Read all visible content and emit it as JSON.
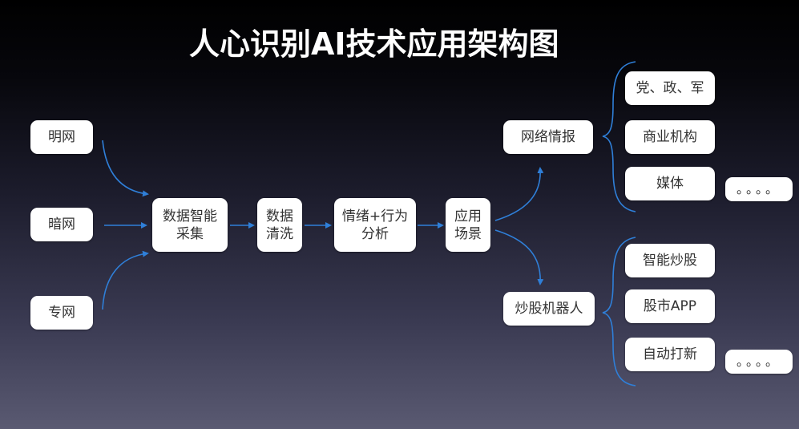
{
  "title": "人心识别AI技术应用架构图",
  "sources": [
    "明网",
    "暗网",
    "专网"
  ],
  "pipeline": [
    "数据智能\n采集",
    "数据\n清洗",
    "情绪+行为\n分析",
    "应用\n场景"
  ],
  "branches": [
    "网络情报",
    "炒股机器人"
  ],
  "intel_items": [
    "党、政、军",
    "商业机构",
    "媒体"
  ],
  "trading_items": [
    "智能炒股",
    "股市APP",
    "自动打新"
  ],
  "more_label": "。。。。",
  "colors": {
    "arrow": "#2f7fd8",
    "box": "#ffffff",
    "text": "#333333"
  }
}
